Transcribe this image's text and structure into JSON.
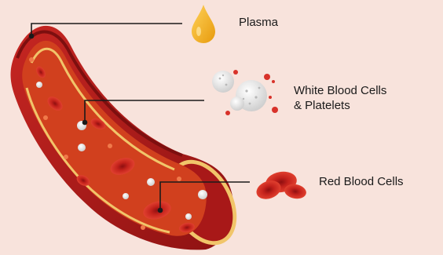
{
  "labels": {
    "plasma": "Plasma",
    "wbc_line1": "White Blood Cells",
    "wbc_line2": "& Platelets",
    "rbc": "Red Blood Cells"
  },
  "colors": {
    "background": "#f8e3dc",
    "vessel_wall": "#b31b1b",
    "vessel_wall_dark": "#7d0f0f",
    "vessel_inner": "#d6451f",
    "fat_layer": "#f1c56a",
    "red_cell": "#d4281f",
    "white_cell": "#f4f4f4",
    "platelet": "#d8322a",
    "plasma_drop": "#f5b51a",
    "leader_line": "#1a1a1a"
  },
  "icons": {
    "plasma": "plasma-drop-icon",
    "white_cells": "white-blood-cell-icon",
    "platelets": "platelet-icon",
    "red_cells": "red-blood-cell-icon"
  }
}
